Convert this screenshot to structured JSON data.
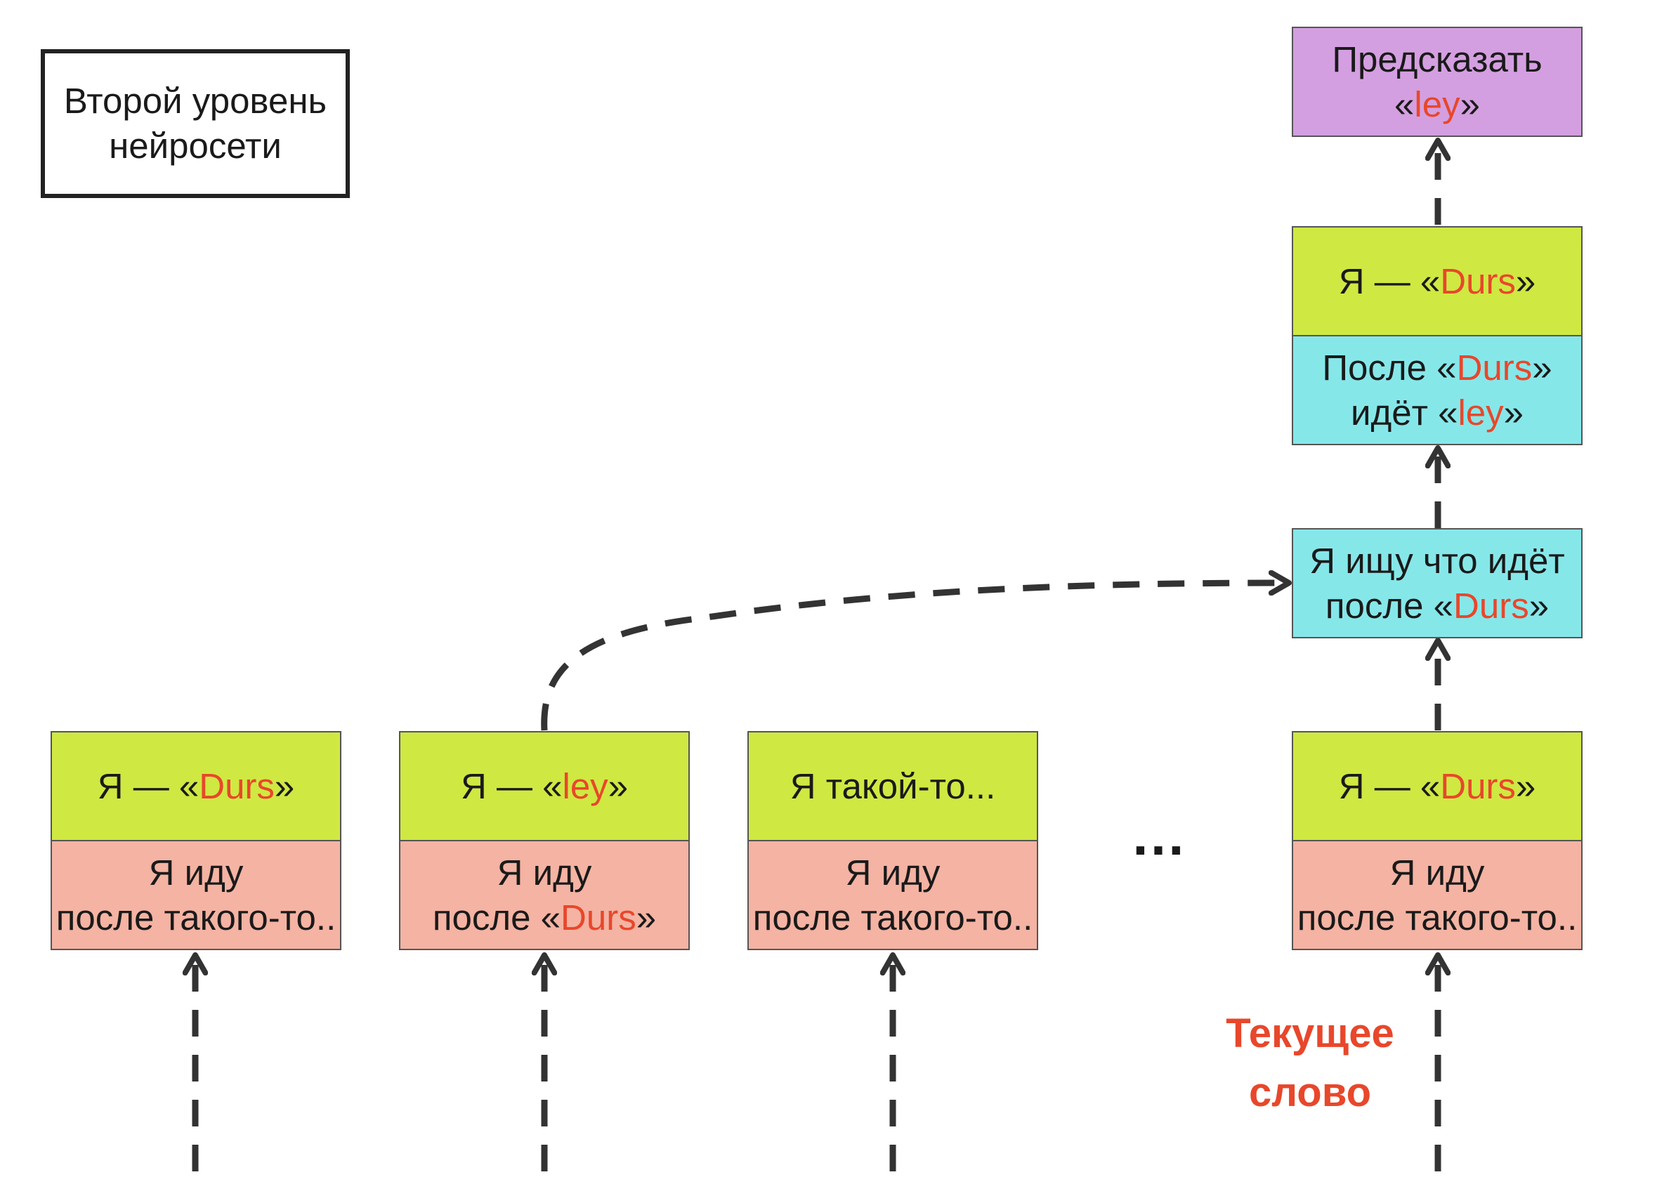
{
  "title": "Второй уровень нейросети",
  "ellipsis": "…",
  "current_word_label": "Текущее слово",
  "colors": {
    "highlight": "#e8472b",
    "identity_box": "#d0e842",
    "position_box": "#f4b3a3",
    "query_box": "#86e7e9",
    "prediction_box": "#d49fe0",
    "arrow": "#333333"
  },
  "columns": [
    {
      "top": {
        "pre": "Я — «",
        "hl": "Durs",
        "post": "»"
      },
      "bottom": {
        "line1": "Я иду",
        "pre": "после такого-то..",
        "hl": "",
        "post": ""
      }
    },
    {
      "top": {
        "pre": "Я — «",
        "hl": "ley",
        "post": "»"
      },
      "bottom": {
        "line1": "Я иду",
        "pre": "после «",
        "hl": "Durs",
        "post": "»"
      }
    },
    {
      "top": {
        "pre": "Я такой-то...",
        "hl": "",
        "post": ""
      },
      "bottom": {
        "line1": "Я иду",
        "pre": "после такого-то..",
        "hl": "",
        "post": ""
      }
    },
    {
      "top": {
        "pre": "Я — «",
        "hl": "Durs",
        "post": "»"
      },
      "bottom": {
        "line1": "Я иду",
        "pre": "после такого-то..",
        "hl": "",
        "post": ""
      }
    }
  ],
  "query_box": {
    "line1": "Я ищу что идёт",
    "pre": "после «",
    "hl": "Durs",
    "post": "»"
  },
  "result_box": {
    "pre1": "После «",
    "hl1": "Durs",
    "post1": "»",
    "pre2": "идёт «",
    "hl2": "ley",
    "post2": "»"
  },
  "identity_box": {
    "pre": "Я — «",
    "hl": "Durs",
    "post": "»"
  },
  "predict_box": {
    "line1": "Предсказать",
    "pre": "«",
    "hl": "ley",
    "post": "»"
  }
}
